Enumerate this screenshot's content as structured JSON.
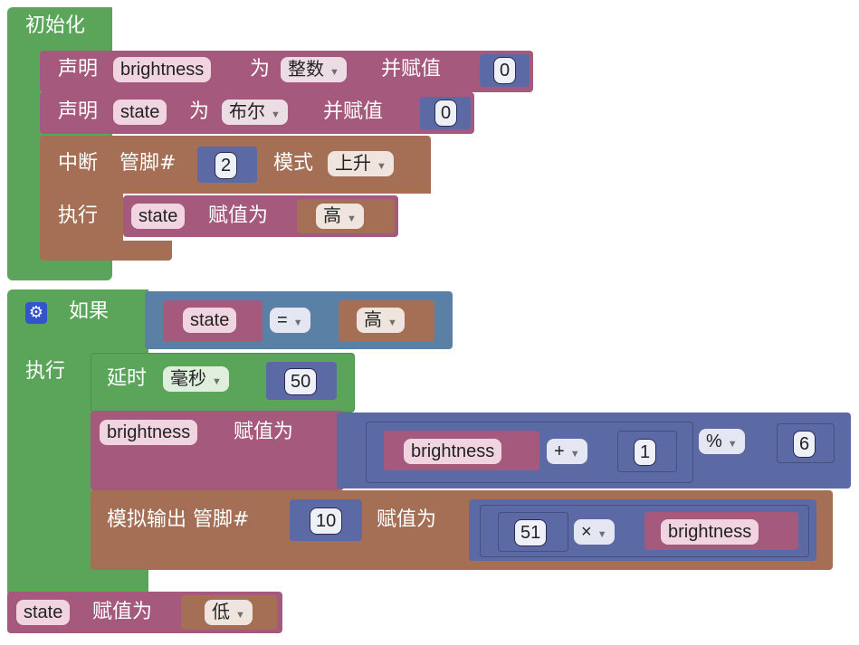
{
  "setup": {
    "title": "初始化",
    "declare_brightness": {
      "keyword": "声明",
      "var": "brightness",
      "as": "为",
      "type": "整数",
      "assign": "并赋值",
      "value": "0"
    },
    "declare_state": {
      "keyword": "声明",
      "var": "state",
      "as": "为",
      "type": "布尔",
      "assign": "并赋值",
      "value": "0"
    },
    "interrupt": {
      "keyword": "中断",
      "pin_label": "管脚#",
      "pin": "2",
      "mode_label": "模式",
      "mode": "上升",
      "do_label": "执行",
      "set_var": "state",
      "set_label": "赋值为",
      "set_value": "高"
    }
  },
  "loop_if": {
    "if_label": "如果",
    "cond_var": "state",
    "cond_op": "=",
    "cond_value": "高",
    "do_label": "执行",
    "delay": {
      "label": "延时",
      "unit": "毫秒",
      "value": "50"
    },
    "assign_brightness": {
      "var": "brightness",
      "set_label": "赋值为",
      "expr_var": "brightness",
      "plus_op": "+",
      "plus_value": "1",
      "mod_op": "%",
      "mod_value": "6"
    },
    "analog_out": {
      "label": "模拟输出 管脚#",
      "pin": "10",
      "set_label": "赋值为",
      "mul_left": "51",
      "mul_op": "×",
      "mul_var": "brightness"
    }
  },
  "final_set": {
    "var": "state",
    "set_label": "赋值为",
    "value": "低"
  },
  "colors": {
    "green": "#5ba55b",
    "pink": "#a5597c",
    "brown": "#a46f55",
    "blue": "#5b6aa5",
    "steel": "#5b80a5"
  }
}
